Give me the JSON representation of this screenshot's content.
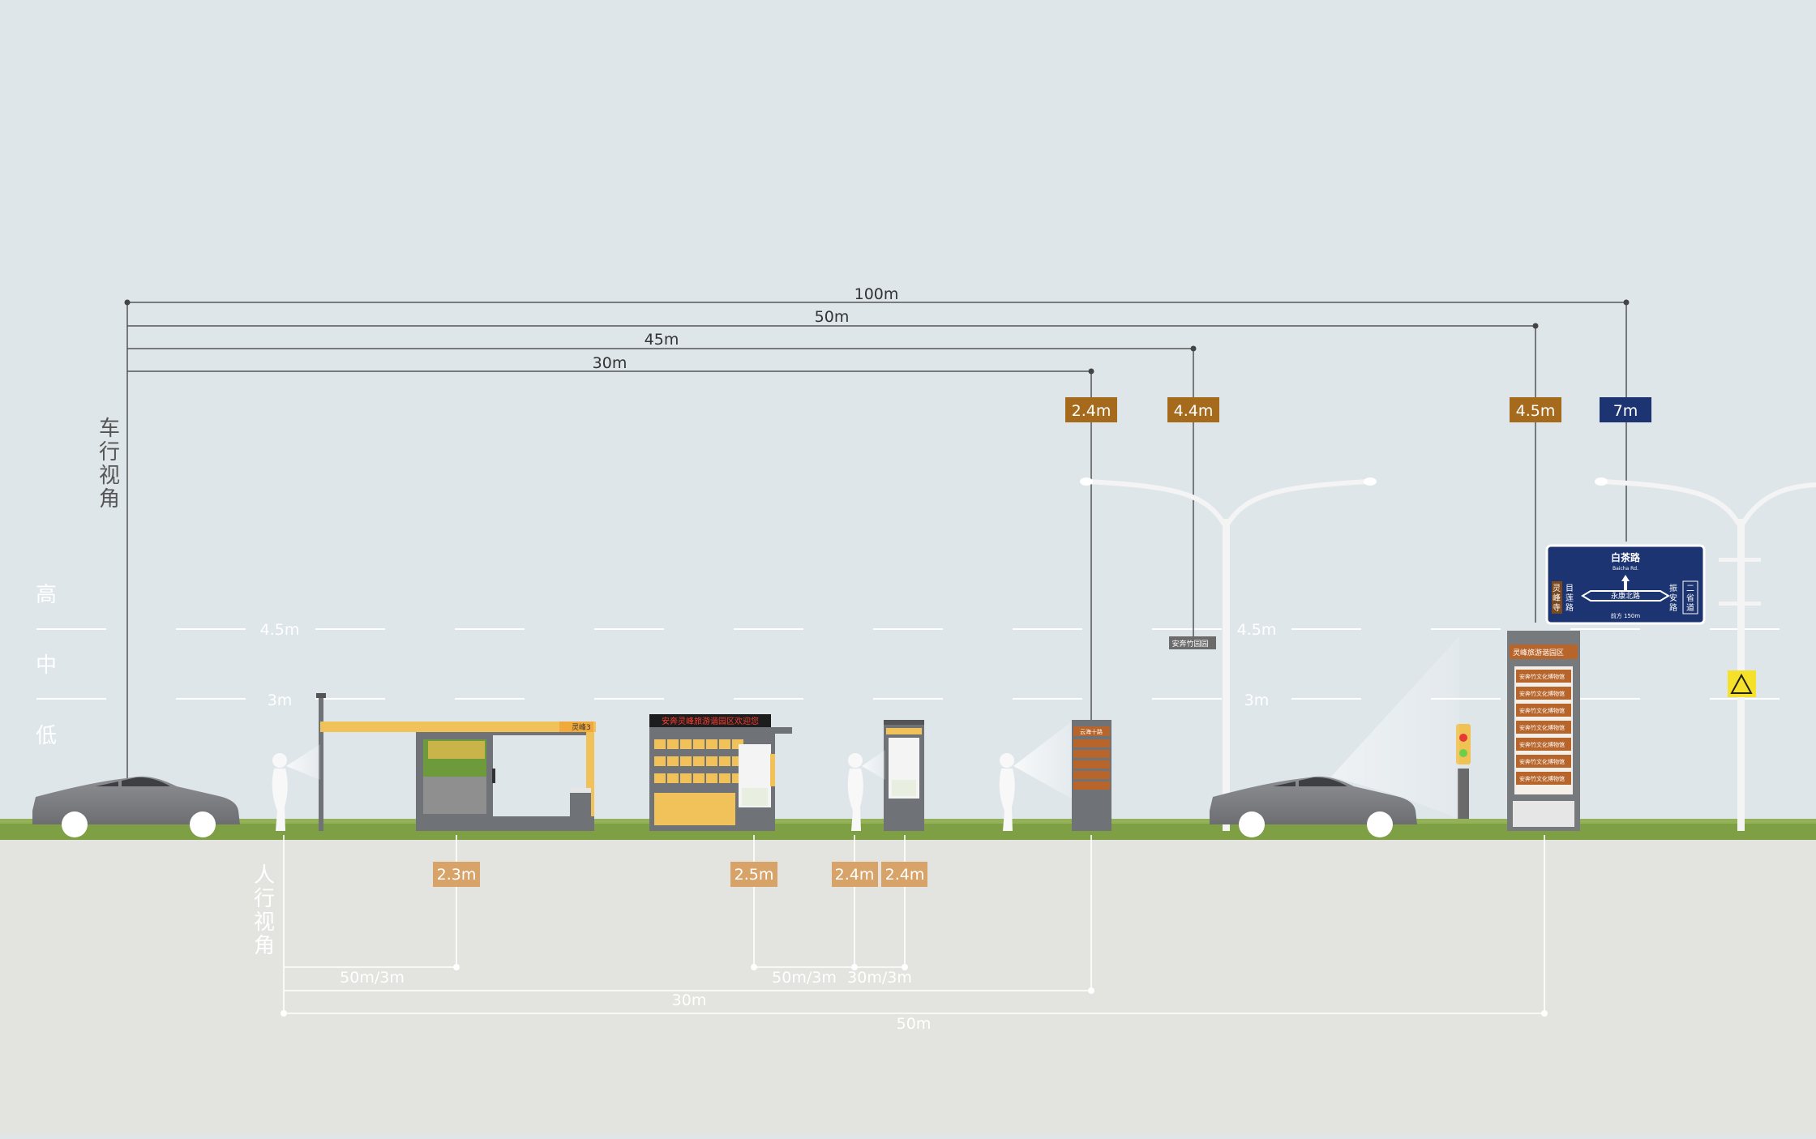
{
  "views": {
    "vehicle": [
      "车",
      "行",
      "视",
      "角"
    ],
    "pedestrian": [
      "人",
      "行",
      "视",
      "角"
    ]
  },
  "zones": {
    "high": "高",
    "mid": "中",
    "low": "低"
  },
  "guide_lines": {
    "h45": "4.5m",
    "h3": "3m"
  },
  "vehicle_distances": [
    {
      "label": "100m",
      "tag": "7m",
      "tag_color": "#1c3471"
    },
    {
      "label": "50m",
      "tag": "4.5m",
      "tag_color": "#a66a1d"
    },
    {
      "label": "45m",
      "tag": "4.4m",
      "tag_color": "#a66a1d"
    },
    {
      "label": "30m",
      "tag": "2.4m",
      "tag_color": "#a66a1d"
    }
  ],
  "pedestrian_heights": [
    "2.3m",
    "2.5m",
    "2.4m",
    "2.4m"
  ],
  "pedestrian_distances": {
    "d1": "50m/3m",
    "d2": "50m/3m",
    "d3": "30m/3m",
    "d4": "30m",
    "d5": "50m"
  },
  "colors": {
    "sky": "#dfe6ea",
    "ground": "#e3e4df",
    "grass": "#7f9f45",
    "tag_brown": "#a66a1d",
    "tag_light": "#d7a369",
    "tag_blue": "#1c3471",
    "sign_orange": "#b8652b",
    "kiosk_yellow": "#f2c25a"
  },
  "signs": {
    "kiosk_banner": "安奔灵峰旅游谐园区欢迎您",
    "booth_label": "灵峰3",
    "wayfinding_title": "灵峰旅游谐园区",
    "wayfinding_item": "安奔竹文化博物馆",
    "pole_sign": "安奔竹园园",
    "small_pillar_title": "云海十路",
    "road_sign": {
      "title": "白茶路",
      "title_en": "Baicha Rd.",
      "left": [
        "灵",
        "峰",
        "寺"
      ],
      "left2": [
        "目",
        "莲",
        "路"
      ],
      "center": "永康北路",
      "right": [
        "振",
        "安",
        "路"
      ],
      "right2": [
        "二",
        "省",
        "道"
      ],
      "bottom": "前方 150m"
    }
  }
}
